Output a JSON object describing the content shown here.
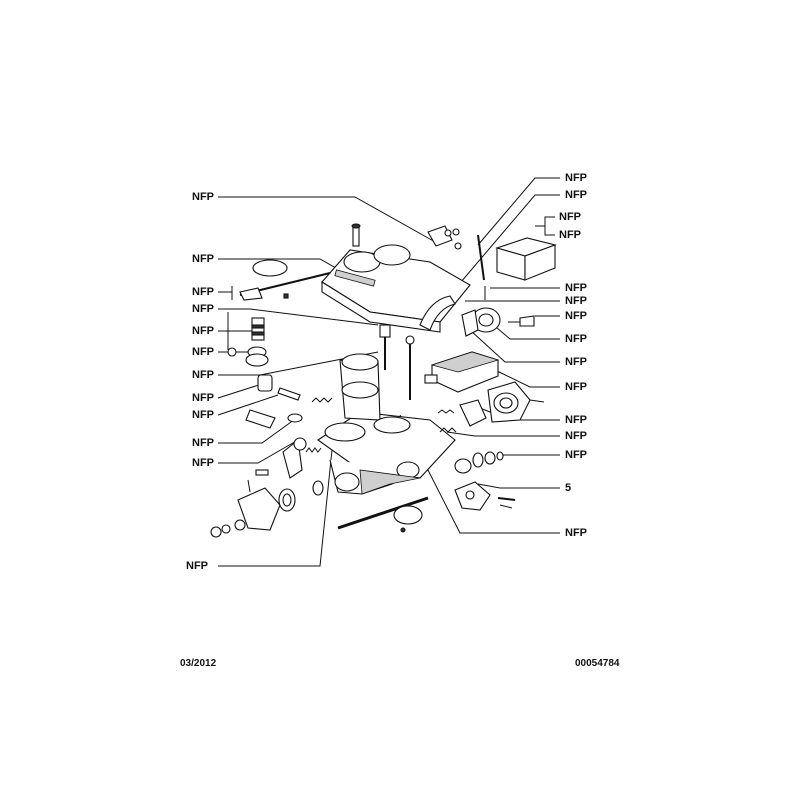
{
  "diagram": {
    "callouts": [
      {
        "id": "l1",
        "text": "NFP"
      },
      {
        "id": "l2",
        "text": "NFP"
      },
      {
        "id": "l3",
        "text": "NFP"
      },
      {
        "id": "l4",
        "text": "NFP"
      },
      {
        "id": "l5",
        "text": "NFP"
      },
      {
        "id": "l6",
        "text": "NFP"
      },
      {
        "id": "l7",
        "text": "NFP"
      },
      {
        "id": "l8",
        "text": "NFP"
      },
      {
        "id": "l9",
        "text": "NFP"
      },
      {
        "id": "l10",
        "text": "NFP"
      },
      {
        "id": "l11",
        "text": "NFP"
      },
      {
        "id": "l12",
        "text": "NFP"
      },
      {
        "id": "r1",
        "text": "NFP"
      },
      {
        "id": "r2",
        "text": "NFP"
      },
      {
        "id": "r3",
        "text": "NFP"
      },
      {
        "id": "r4",
        "text": "NFP"
      },
      {
        "id": "r5",
        "text": "NFP"
      },
      {
        "id": "r6",
        "text": "NFP"
      },
      {
        "id": "r7",
        "text": "NFP"
      },
      {
        "id": "r8",
        "text": "NFP"
      },
      {
        "id": "r9",
        "text": "NFP"
      },
      {
        "id": "r10",
        "text": "NFP"
      },
      {
        "id": "r11",
        "text": "NFP"
      },
      {
        "id": "r12",
        "text": "NFP"
      },
      {
        "id": "r13",
        "text": "NFP"
      },
      {
        "id": "r14",
        "text": "5"
      },
      {
        "id": "r15",
        "text": "NFP"
      }
    ],
    "footer": {
      "date": "03/2012",
      "reference": "00054784"
    }
  }
}
